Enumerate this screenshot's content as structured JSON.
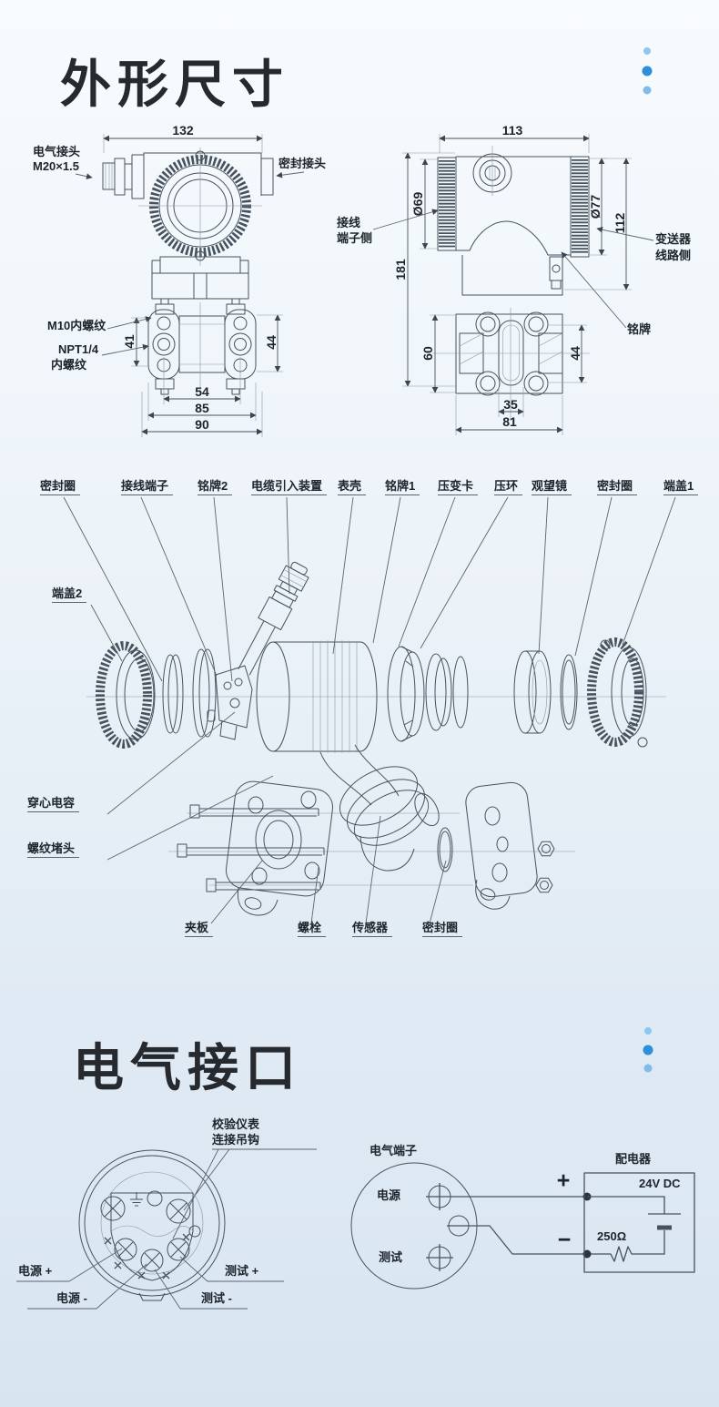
{
  "colors": {
    "accent_dark": "#2b8fd9",
    "accent_light": "#8cc7f0",
    "line": "#46525e",
    "ink": "#1d242b"
  },
  "outline_section": {
    "title": "外形尺寸",
    "front_view": {
      "dim_top": "132",
      "cable_entry_line1": "电气接头",
      "cable_entry_line2": "M20×1.5",
      "seal_joint": "密封接头",
      "m10_thread": "M10内螺纹",
      "npt_line1": "NPT1/4",
      "npt_line2": "内螺纹",
      "dim_left": "41",
      "dim_right": "44",
      "dim_54": "54",
      "dim_85": "85",
      "dim_90": "90"
    },
    "side_view": {
      "dim_top": "113",
      "dia_left": "Ø69",
      "dia_right": "Ø77",
      "dim_112": "112",
      "dim_181": "181",
      "terminal_side_line1": "接线",
      "terminal_side_line2": "端子侧",
      "circuit_side_line1": "变送器",
      "circuit_side_line2": "线路侧",
      "nameplate": "铭牌",
      "dim_60": "60",
      "dim_44": "44",
      "dim_35": "35",
      "dim_81": "81"
    }
  },
  "exploded_view": {
    "top_labels": [
      "密封圈",
      "接线端子",
      "铭牌2",
      "电缆引入装置",
      "表壳",
      "铭牌1",
      "压变卡",
      "压环",
      "观望镜",
      "密封圈",
      "端盖1"
    ],
    "left_labels": [
      "端盖2",
      "穿心电容",
      "螺纹堵头"
    ],
    "bottom_labels": [
      "夹板",
      "螺栓",
      "传感器",
      "密封圈"
    ]
  },
  "electrical_section": {
    "title": "电气接口",
    "terminal_view": {
      "hook_line1": "校验仪表",
      "hook_line2": "连接吊钩",
      "power_plus": "电源 +",
      "power_minus": "电源 -",
      "test_plus": "测试 +",
      "test_minus": "测试 -"
    },
    "wiring_view": {
      "terminals_label": "电气端子",
      "power": "电源",
      "test": "测试",
      "distributor": "配电器",
      "voltage": "24V DC",
      "resistance": "250Ω",
      "plus": "+",
      "minus": "−"
    }
  }
}
